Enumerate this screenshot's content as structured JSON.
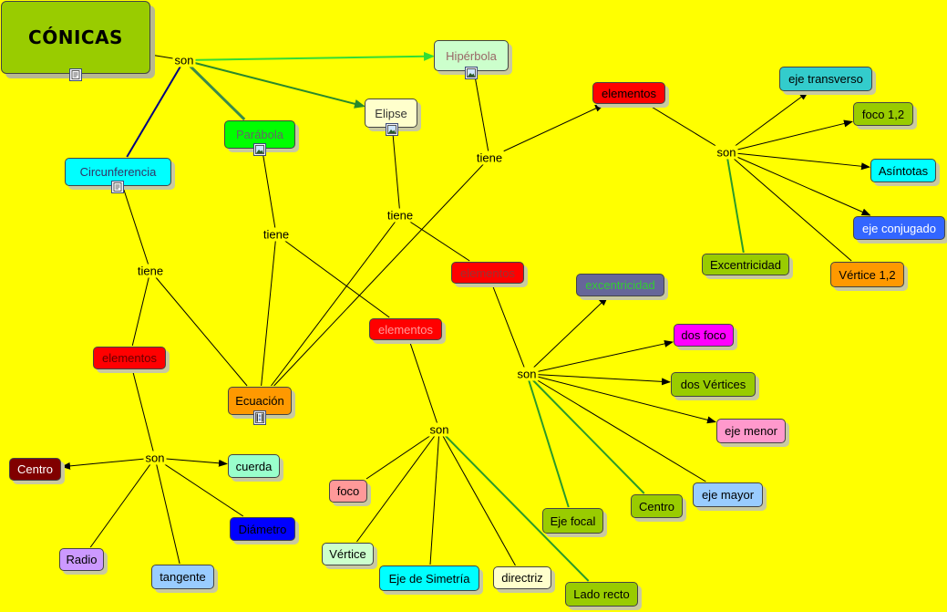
{
  "title": "CÓNICAS",
  "colors": {
    "background": "#ffff00",
    "title_fill": "#99cc00",
    "line": "#000000",
    "line_green": "#2a9a2a",
    "line_navy": "#000080",
    "line_lime": "#33dd33"
  },
  "nodes": {
    "conicas": {
      "label": "CÓNICAS",
      "fill": "#99cc00",
      "color": "#000000",
      "icon": "document-icon"
    },
    "hiperbola": {
      "label": "Hipérbola",
      "fill": "#ccffcc",
      "color": "#996666",
      "icon": "image-icon"
    },
    "elipse": {
      "label": "Elipse",
      "fill": "#ffffcc",
      "color": "#333333",
      "icon": "image-icon"
    },
    "parabola": {
      "label": "Parábola",
      "fill": "#00ff00",
      "color": "#666666",
      "icon": "image-icon"
    },
    "circunferencia": {
      "label": "Circunferencia",
      "fill": "#00ffff",
      "color": "#333366",
      "icon": "document-icon"
    },
    "elem_hip": {
      "label": "elementos",
      "fill": "#ff0000",
      "color": "#000000"
    },
    "eje_transverso": {
      "label": "eje transverso",
      "fill": "#33cccc",
      "color": "#000000"
    },
    "foco12": {
      "label": "foco 1,2",
      "fill": "#99cc00",
      "color": "#000000"
    },
    "asintotas": {
      "label": "Asíntotas",
      "fill": "#00ffff",
      "color": "#000000"
    },
    "eje_conjugado": {
      "label": "eje conjugado",
      "fill": "#3366ff",
      "color": "#ffffff"
    },
    "vertice12": {
      "label": "Vértice 1,2",
      "fill": "#ff9900",
      "color": "#000000"
    },
    "excentricidad_hip": {
      "label": "Excentricidad",
      "fill": "#99cc00",
      "color": "#000000"
    },
    "elem_elipse": {
      "label": "elementos",
      "fill": "#ff0000",
      "color": "#993333"
    },
    "excentricidad_el": {
      "label": "excentricidad",
      "fill": "#666699",
      "color": "#33cc33"
    },
    "dos_foco": {
      "label": "dos foco",
      "fill": "#ff00ff",
      "color": "#000000"
    },
    "dos_vertices": {
      "label": "dos Vértices",
      "fill": "#99cc00",
      "color": "#000000"
    },
    "eje_menor": {
      "label": "eje menor",
      "fill": "#ff99cc",
      "color": "#000000"
    },
    "eje_mayor": {
      "label": "eje mayor",
      "fill": "#99ccff",
      "color": "#000000"
    },
    "centro_el": {
      "label": "Centro",
      "fill": "#99cc00",
      "color": "#000000"
    },
    "eje_focal": {
      "label": "Eje focal",
      "fill": "#99cc00",
      "color": "#000000"
    },
    "elem_parabola": {
      "label": "elementos",
      "fill": "#ff0000",
      "color": "#ff9999"
    },
    "foco_par": {
      "label": "foco",
      "fill": "#ff9999",
      "color": "#000000"
    },
    "vertice_par": {
      "label": "Vértice",
      "fill": "#ccffcc",
      "color": "#000000"
    },
    "eje_simetria": {
      "label": "Eje de Simetría",
      "fill": "#00ffff",
      "color": "#000000"
    },
    "directriz": {
      "label": "directriz",
      "fill": "#ffffcc",
      "color": "#000000"
    },
    "lado_recto": {
      "label": "Lado recto",
      "fill": "#99cc00",
      "color": "#000000"
    },
    "ecuacion": {
      "label": "Ecuación",
      "fill": "#ff9900",
      "color": "#000000",
      "icon": "film-icon"
    },
    "elem_circ": {
      "label": "elementos",
      "fill": "#ff0000",
      "color": "#660000"
    },
    "centro_circ": {
      "label": "Centro",
      "fill": "#800000",
      "color": "#ffffff"
    },
    "cuerda": {
      "label": "cuerda",
      "fill": "#99ffcc",
      "color": "#000000"
    },
    "diametro": {
      "label": "Diámetro",
      "fill": "#0000ff",
      "color": "#000000"
    },
    "radio": {
      "label": "Radio",
      "fill": "#cc99ff",
      "color": "#000000"
    },
    "tangente": {
      "label": "tangente",
      "fill": "#99ccff",
      "color": "#000000"
    }
  },
  "link_labels": {
    "son_top": "son",
    "tiene_hip": "tiene",
    "son_hip": "son",
    "tiene_elipse": "tiene",
    "son_elipse": "son",
    "tiene_parabola": "tiene",
    "son_parabola": "son",
    "tiene_circ": "tiene",
    "son_circ": "son"
  }
}
